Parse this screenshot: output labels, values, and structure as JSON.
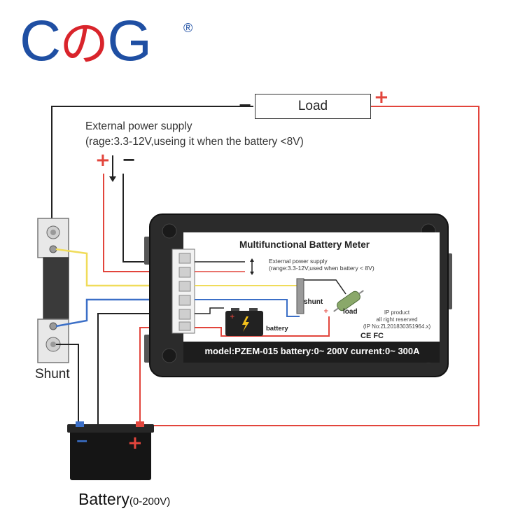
{
  "logo": {
    "part1": "C",
    "part2": "の",
    "part3": "G",
    "registered": "®"
  },
  "load_label": "Load",
  "load_minus": "−",
  "load_plus": "+",
  "external_supply": {
    "line1": "External power supply",
    "line2": "(rage:3.3-12V,useing it when the battery <8V)",
    "plus": "+",
    "minus": "−"
  },
  "shunt_label": "Shunt",
  "battery": {
    "label": "Battery",
    "range": "(0-200V)",
    "minus": "−",
    "plus": "+"
  },
  "meter": {
    "title": "Multifunctional Battery Meter",
    "ext_line1": "External power supply",
    "ext_line2": "(range:3.3-12V,used when battery < 8V)",
    "shunt": "shunt",
    "load": "load",
    "ip_line1": "IP product",
    "ip_line2": "all right reserved",
    "ip_line3": "(IP No:ZL201830351964.x)",
    "battery": "battery",
    "cert": "CE FC",
    "model": "model:PZEM-015 battery:0~ 200V current:0~ 300A"
  },
  "colors": {
    "red_wire": "#e2453c",
    "yellow_wire": "#f0dc5a",
    "blue_wire": "#3b6fc7",
    "black_wire": "#222222",
    "logo_blue": "#1f4fa3",
    "logo_red": "#d9242b"
  }
}
